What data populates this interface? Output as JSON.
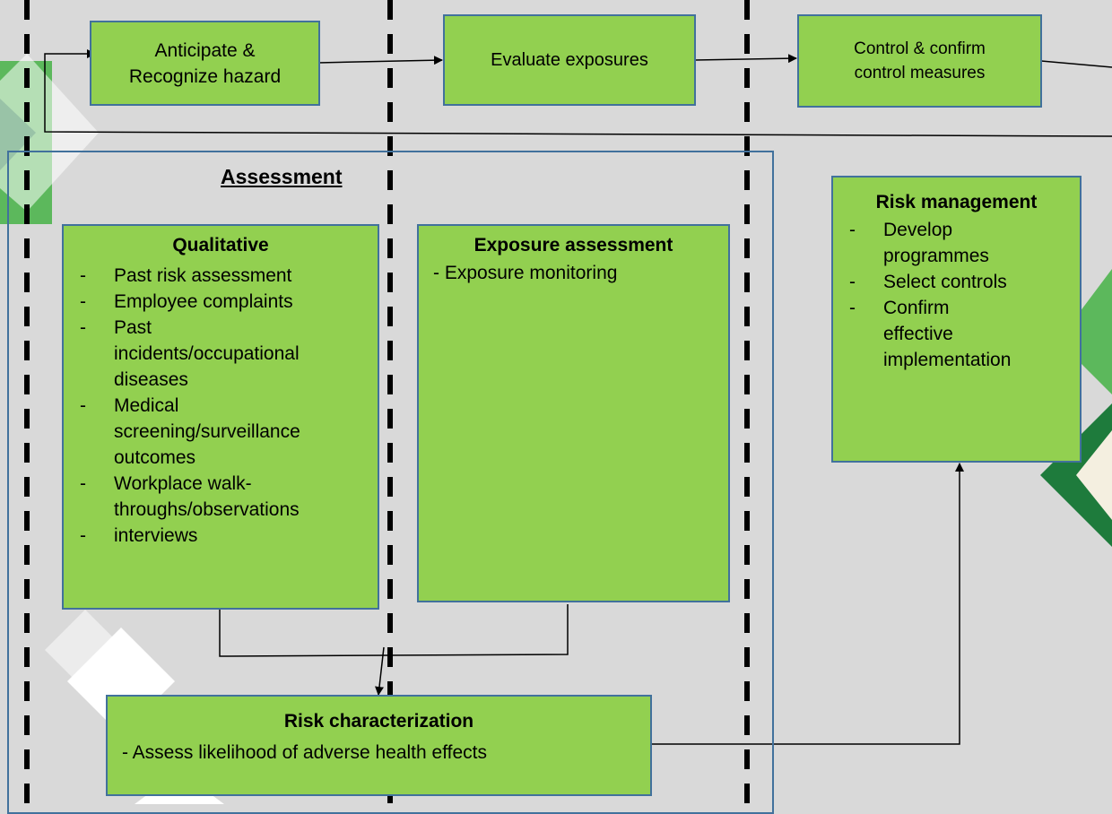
{
  "process": {
    "step1": [
      "Anticipate &",
      "Recognize hazard"
    ],
    "step2": [
      "Evaluate exposures"
    ],
    "step3": [
      "Control & confirm",
      "control measures"
    ]
  },
  "assessment": {
    "heading": "Assessment",
    "qualitative": {
      "title": "Qualitative",
      "bullet": "-",
      "items": [
        [
          "Past risk assessment"
        ],
        [
          "Employee complaints"
        ],
        [
          "Past",
          "incidents/occupational",
          "diseases"
        ],
        [
          "Medical",
          "screening/surveillance",
          "outcomes"
        ],
        [
          "Workplace walk-",
          "throughs/observations"
        ],
        [
          "interviews"
        ]
      ]
    },
    "exposure": {
      "title": "Exposure assessment",
      "lines": [
        "- Exposure monitoring"
      ]
    },
    "risk_characterization": {
      "title": "Risk characterization",
      "lines": [
        "- Assess likelihood of adverse health effects"
      ]
    }
  },
  "risk_management": {
    "title": "Risk management",
    "bullet": "-",
    "items": [
      [
        "Develop",
        "programmes"
      ],
      [
        "Select controls"
      ],
      [
        "Confirm",
        "effective",
        "implementation"
      ]
    ]
  },
  "colors": {
    "box_fill": "#92d050",
    "box_border": "#41719c",
    "background": "#d9d9d9",
    "accent_dark_green": "#1e7b3c",
    "accent_light_green": "#5cb85c"
  }
}
